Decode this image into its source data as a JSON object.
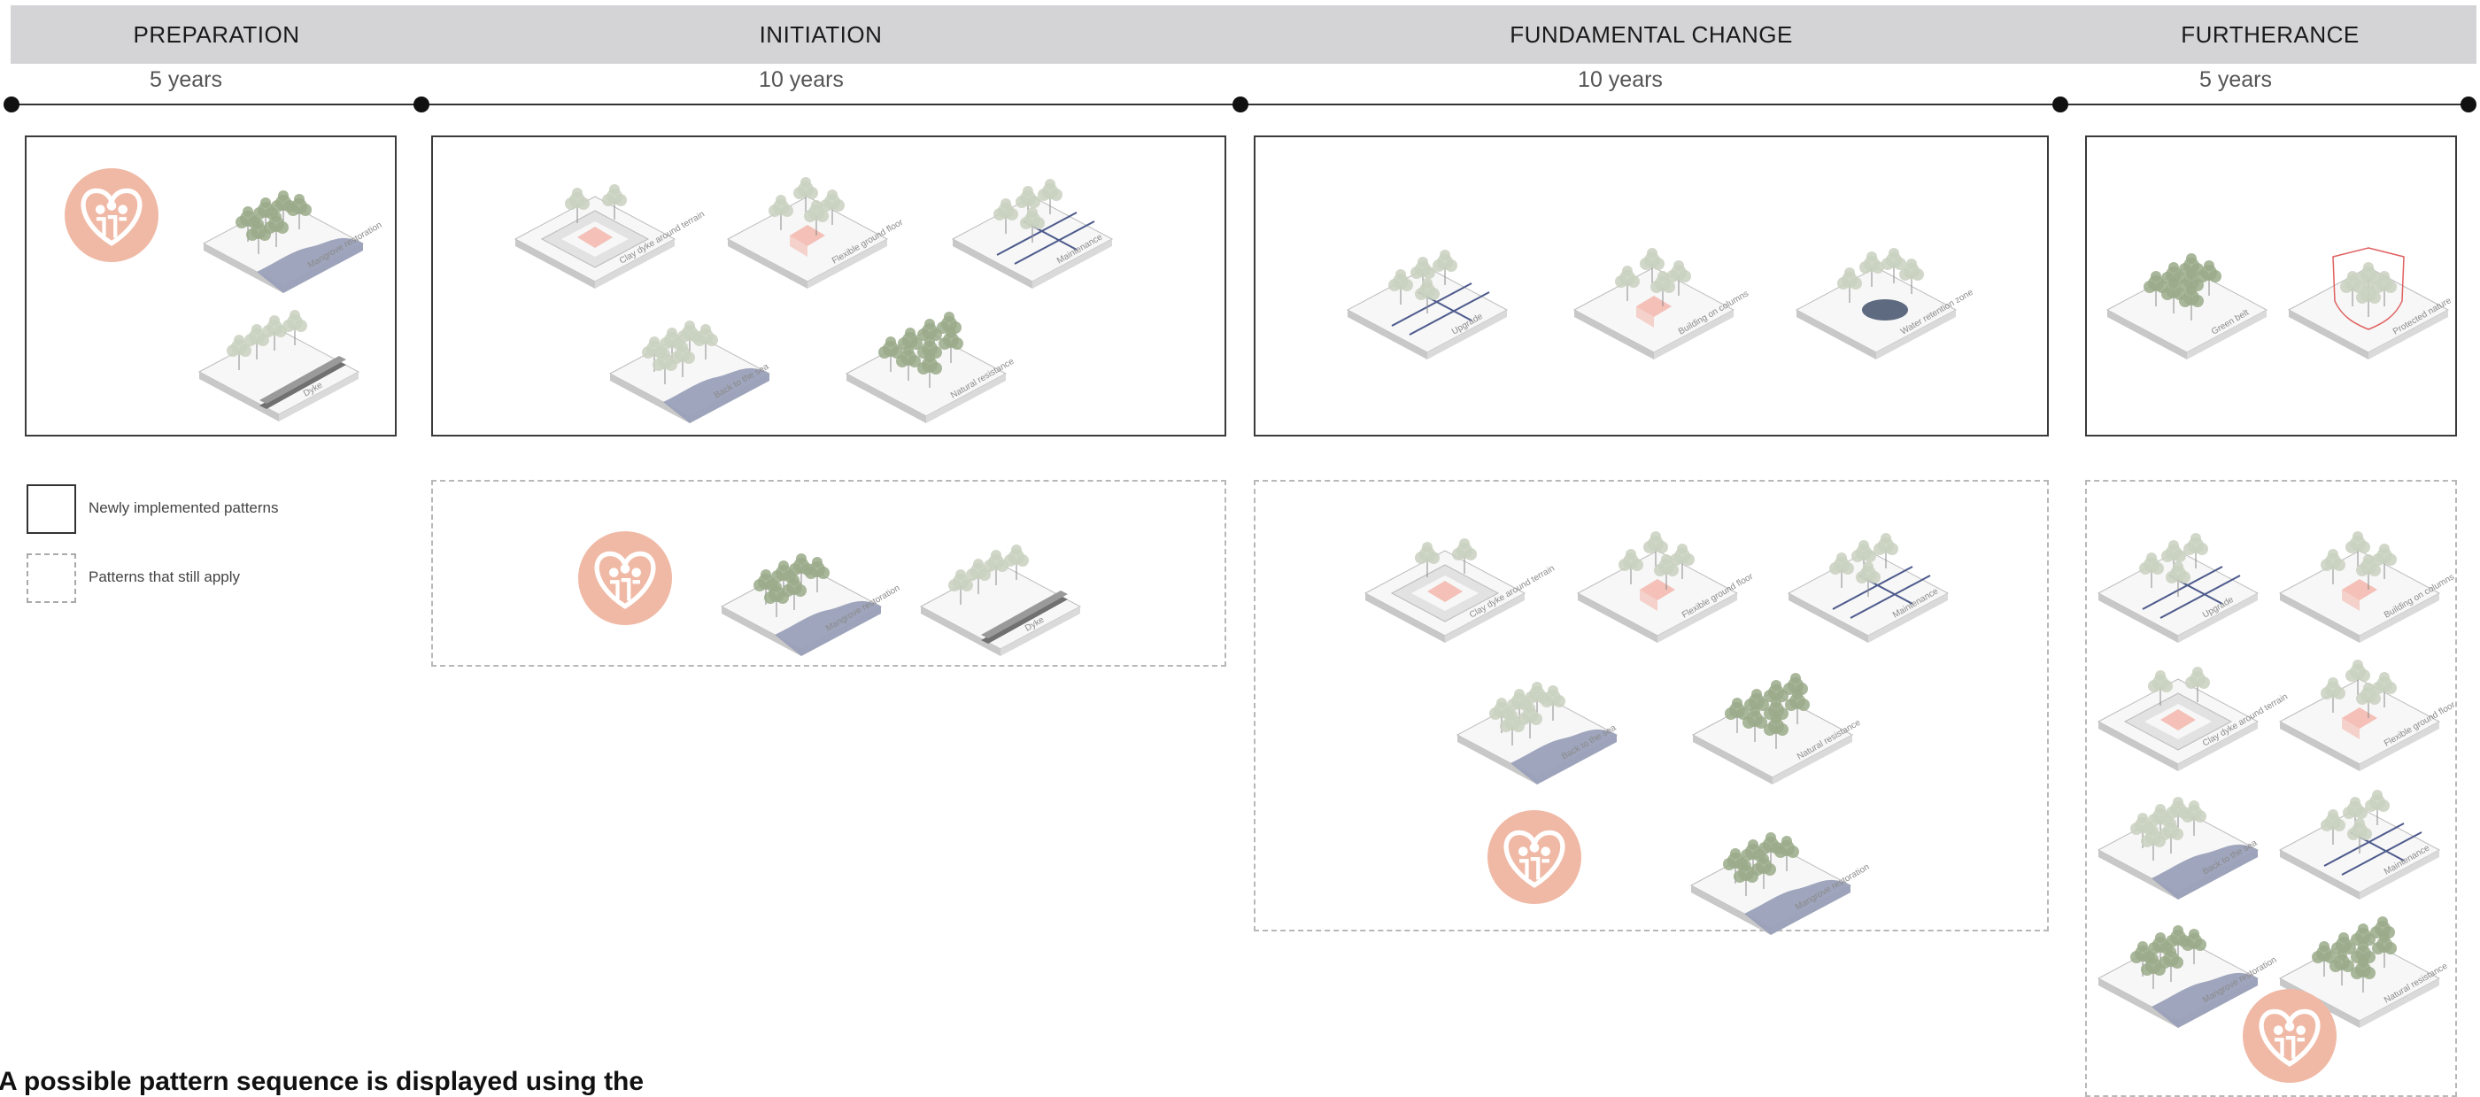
{
  "phases": [
    {
      "name": "PREPARATION",
      "duration": "5 years"
    },
    {
      "name": "INITIATION",
      "duration": "10 years"
    },
    {
      "name": "FUNDAMENTAL CHANGE",
      "duration": "10 years"
    },
    {
      "name": "FURTHERANCE",
      "duration": "5 years"
    }
  ],
  "legend": {
    "new": "Newly implemented patterns",
    "still": "Patterns that still apply"
  },
  "caption": "A possible pattern sequence is displayed using the",
  "colors": {
    "header_bg": "#d4d4d6",
    "community_heart": "#f0b9a6",
    "water": "#9aa0b8",
    "building": "#f2b2a6",
    "grid_lines": "#4d5a8c",
    "dyke": "#707070",
    "vegetation": "#9aaa8a"
  },
  "labels": {
    "mangrove": "Mangrove restoration",
    "dyke": "Dyke",
    "clay_tiles": "Clay dyke around terrain",
    "flexible": "Flexible ground floor",
    "maintenance": "Maintenance",
    "back_to_sea": "Back to the sea",
    "natural": "Natural resistance",
    "upgrade": "Upgrade",
    "columns": "Building on columns",
    "retention": "Water retention zone",
    "green_belt": "Green belt",
    "protected": "Protected nature"
  }
}
